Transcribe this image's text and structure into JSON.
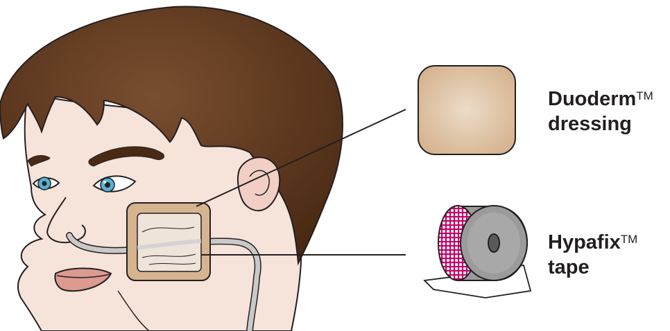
{
  "labels": {
    "duoderm": {
      "name": "Duoderm",
      "mark": "TM",
      "line2": "dressing"
    },
    "hypafix": {
      "name": "Hypafix",
      "mark": "TM",
      "line2": "tape"
    }
  },
  "colors": {
    "hair_light": "#7a4e30",
    "hair_dark": "#4a2a14",
    "skin": "#f6e3da",
    "ear": "#f1cfc4",
    "lips": "#dd9a90",
    "iris": "#55b3d3",
    "dressing": "#d6b490",
    "tube": "#c9c9c9",
    "tape_pink": "#c4006a",
    "tape_grey": "#9b9b9b",
    "outline": "#231f20"
  }
}
